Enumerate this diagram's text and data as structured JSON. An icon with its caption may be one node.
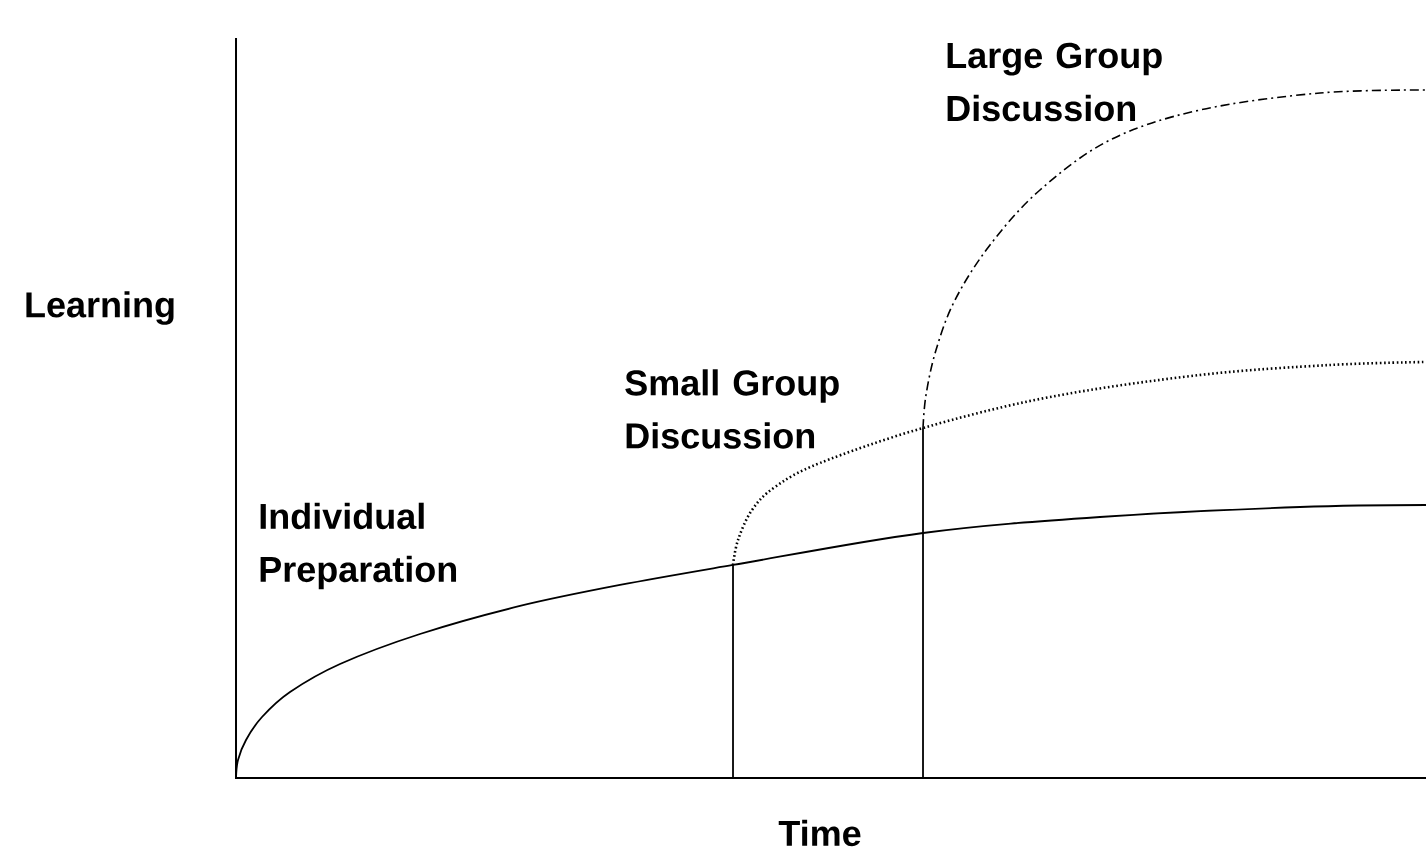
{
  "diagram": {
    "labels": [
      "Large Group Discussion",
      "Learning",
      "Small Group Discussion",
      "Individual Preparation",
      "Time"
    ]
  }
}
